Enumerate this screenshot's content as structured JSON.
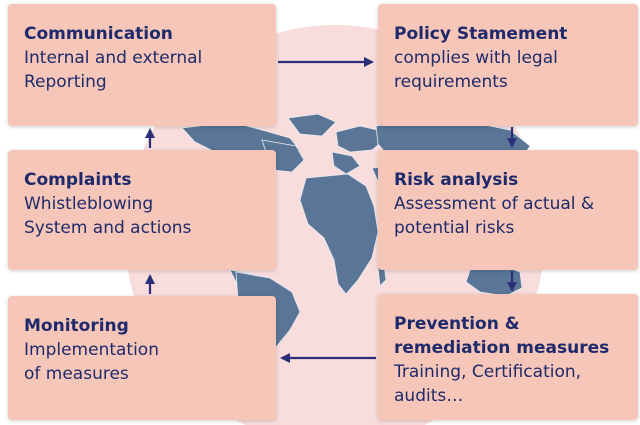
{
  "colors": {
    "box_fill": "#f6c7b8",
    "text": "#1e2a6b",
    "arrow": "#2a2f7a",
    "map_land": "#5b7597",
    "globe_fill": "#f9dcdc"
  },
  "icons": {
    "background": "world-map",
    "connectors": "arrow"
  },
  "boxes": {
    "communication": {
      "title": "Communication",
      "lines": [
        "Internal and external",
        "Reporting"
      ]
    },
    "policy": {
      "title": "Policy Stamement",
      "lines": [
        "complies with legal",
        "requirements"
      ]
    },
    "complaints": {
      "title": "Complaints",
      "lines": [
        "Whistleblowing",
        "System and actions"
      ]
    },
    "risk": {
      "title": "Risk analysis",
      "lines": [
        "Assessment of actual &",
        "potential risks"
      ]
    },
    "monitoring": {
      "title": "Monitoring",
      "lines": [
        "Implementation",
        "of measures"
      ]
    },
    "prevention": {
      "title_lines": [
        "Prevention &",
        "remediation measures"
      ],
      "lines": [
        "Training, Certification,",
        "audits…"
      ]
    }
  }
}
